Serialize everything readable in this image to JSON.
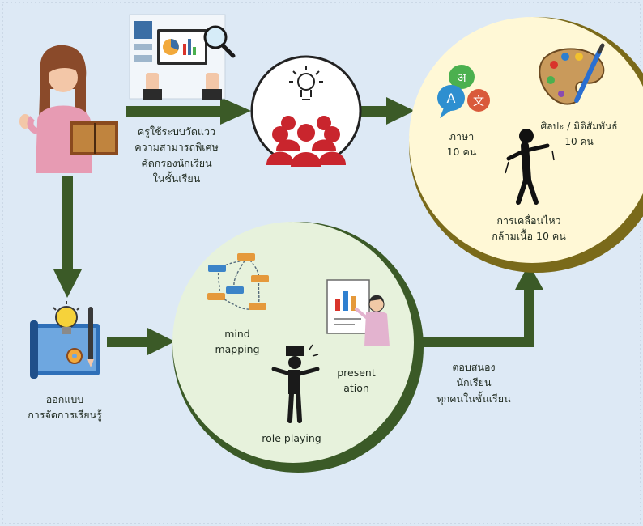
{
  "teacher_caption": [
    "ครูใช้ระบบวัดแวว",
    "ความสามารถพิเศษ",
    "คัดกรองนักเรียน",
    "ในชั้นเรียน"
  ],
  "design_caption": [
    "ออกแบบ",
    "การจัดการเรียนรู้"
  ],
  "activities": {
    "mind_mapping": [
      "mind",
      "mapping"
    ],
    "presentation": [
      "present",
      "ation"
    ],
    "role_playing": "role playing"
  },
  "response_caption": [
    "ตอบสนอง",
    "นักเรียน",
    "ทุกคนในชั้นเรียน"
  ],
  "talents": {
    "language": [
      "ภาษา",
      "10 คน"
    ],
    "art": [
      "ศิลปะ / มิติสัมพันธ์",
      "10 คน"
    ],
    "movement": [
      "การเคลื่อนไหว",
      "กล้ามเนื้อ 10 คน"
    ]
  },
  "language_glyphs": [
    "अ",
    "A",
    "文"
  ],
  "colors": {
    "background": "#dde9f5",
    "arrow": "#3b5a27",
    "activity_circle": "#e7f2dc",
    "activity_border": "#3b5a27",
    "talent_circle": "#fff8d6",
    "talent_border": "#7a6a1a",
    "people": "#c9252d"
  }
}
